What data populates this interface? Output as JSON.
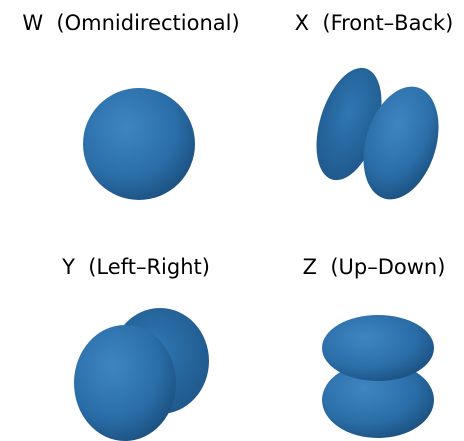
{
  "panels": {
    "w": {
      "title": "W  (Omnidirectional)",
      "shape": "sphere"
    },
    "x": {
      "title": "X  (Front–Back)",
      "shape": "figure-eight-front-back"
    },
    "y": {
      "title": "Y  (Left–Right)",
      "shape": "figure-eight-left-right"
    },
    "z": {
      "title": "Z  (Up–Down)",
      "shape": "figure-eight-up-down"
    }
  },
  "colors": {
    "surface": "#2a6ea8",
    "surface_light": "#3f86c0",
    "surface_shadow": "#1a4a78",
    "background": "#ffffff"
  }
}
